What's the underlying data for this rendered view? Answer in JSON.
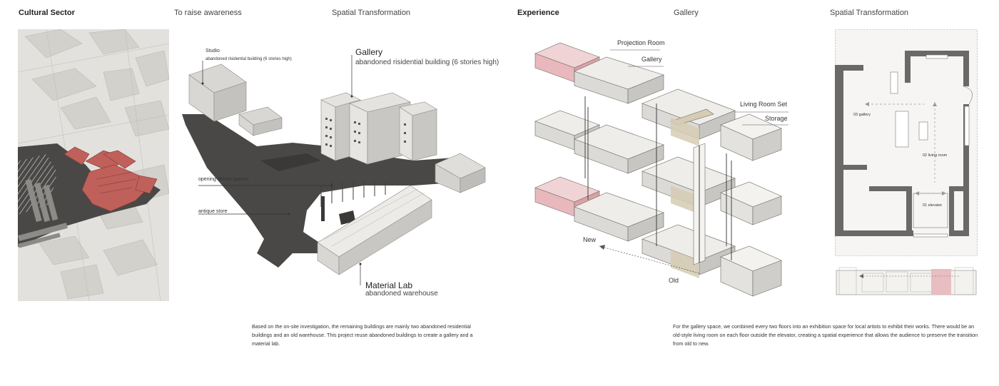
{
  "headers": {
    "cultural_sector": "Cultural Sector",
    "raise_awareness": "To raise awareness",
    "spatial_transformation_1": "Spatial Transformation",
    "experience": "Experience",
    "gallery": "Gallery",
    "spatial_transformation_2": "Spatial Transformation"
  },
  "axon": {
    "studio_title": "Studio",
    "studio_sub": "abandoned risidential building (6 stories high)",
    "gallery_title": "Gallery",
    "gallery_sub": "abandoned risidential building (6 stories high)",
    "atrium": "opening atrium spaces",
    "antique": "antique store",
    "lab_title": "Material Lab",
    "lab_sub": "abandoned warehouse"
  },
  "exploded": {
    "projection_room": "Projection Room",
    "gallery": "Gallery",
    "living_room_set": "Living Room Set",
    "storage": "Storage",
    "new": "New",
    "old": "Old"
  },
  "plan": {
    "room_gallery": "03 gallery",
    "room_living": "02 living room",
    "room_elevator": "01 elevator"
  },
  "paragraphs": {
    "left": "Based on the on-site investigation, the remaining buildings are mainly two abandoned residential buildings and an old warehouse. This project reuse abandoned buildings to create a gallery and a material lab.",
    "right": "For the gallery space, we combined every two floors into an exhibition space for local artists to exhibit their works. There would be an old-style living room on each floor outside the elevator, creating a spatial experience that allows the audience to preserve the transition from old to new."
  },
  "colors": {
    "highlight_red": "#c0605a",
    "highlight_pink": "#e8b8bc",
    "dark_ground": "#4a4846",
    "paper": "#e6e4e0",
    "beige": "#cbbfa3"
  }
}
